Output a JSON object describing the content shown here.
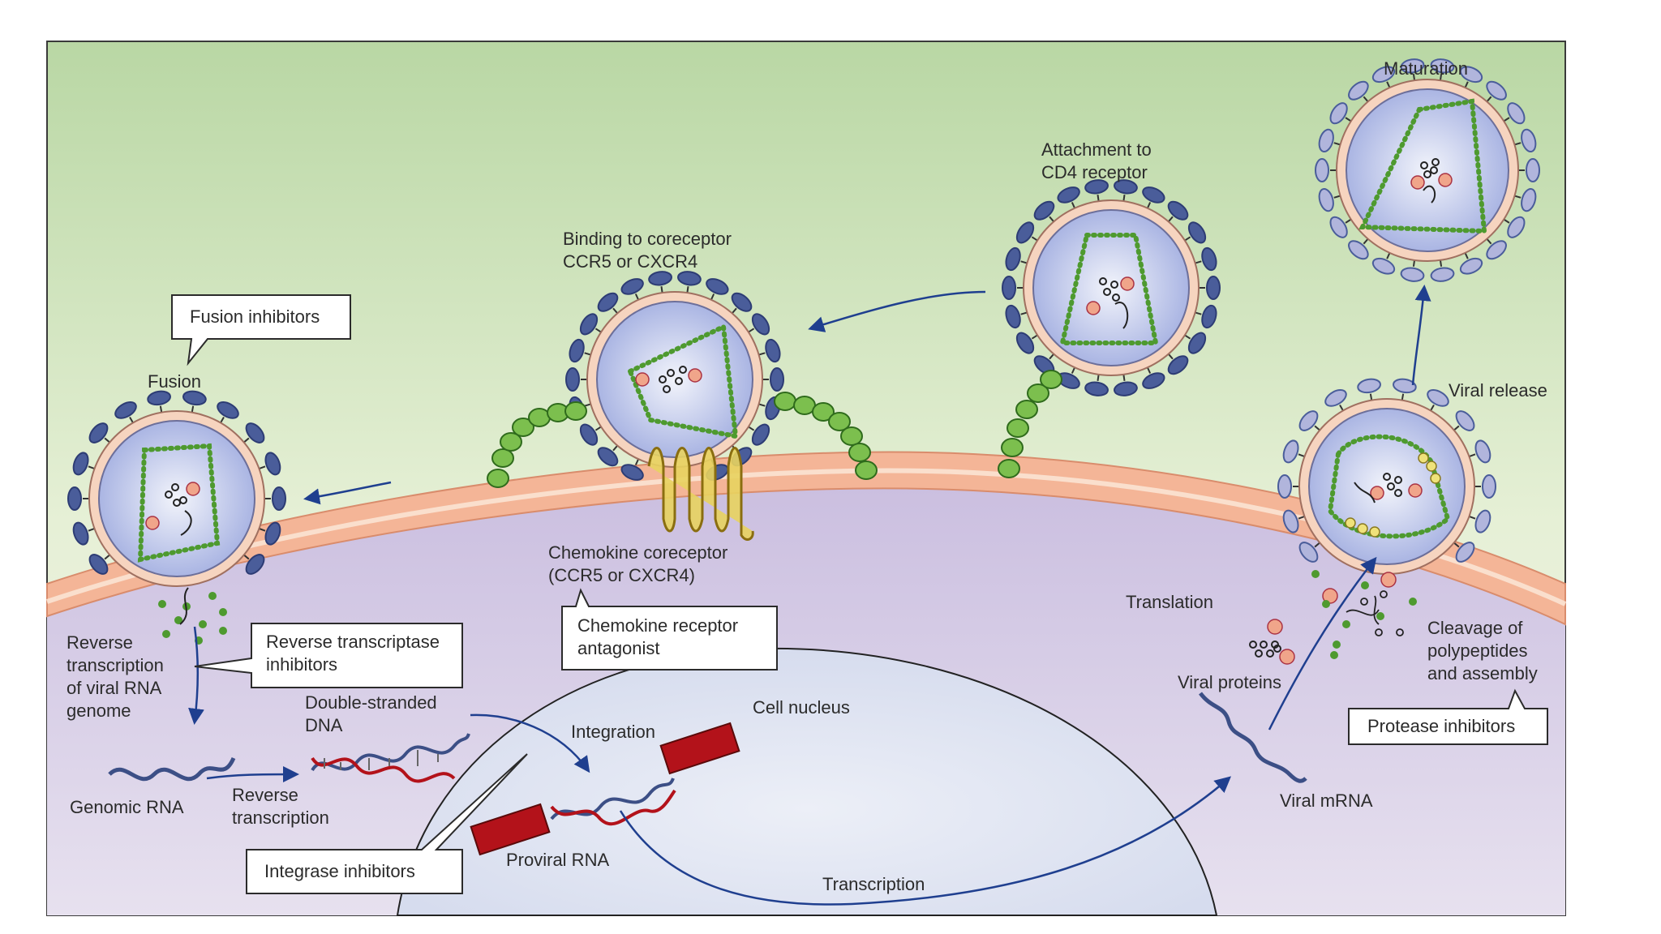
{
  "labels": {
    "maturation": "Maturation",
    "attachment_1": "Attachment to",
    "attachment_2": "CD4 receptor",
    "binding_1": "Binding to coreceptor",
    "binding_2": "CCR5 or CXCR4",
    "fusion": "Fusion",
    "viral_release": "Viral release",
    "chemokine_1": "Chemokine coreceptor",
    "chemokine_2": "(CCR5 or CXCR4)",
    "translation": "Translation",
    "rt_1": "Reverse",
    "rt_2": "transcription",
    "rt_3": "of viral RNA",
    "rt_4": "genome",
    "dsdna_1": "Double-stranded",
    "dsdna_2": "DNA",
    "integration": "Integration",
    "cell_nucleus": "Cell nucleus",
    "viral_proteins": "Viral proteins",
    "cleavage_1": "Cleavage of",
    "cleavage_2": "polypeptides",
    "cleavage_3": "and assembly",
    "genomic_rna": "Genomic RNA",
    "rt_small_1": "Reverse",
    "rt_small_2": "transcription",
    "viral_mrna": "Viral mRNA",
    "proviral_rna": "Proviral RNA",
    "transcription": "Transcription"
  },
  "callouts": {
    "fusion_inhibitors": "Fusion inhibitors",
    "rti_1": "Reverse transcriptase",
    "rti_2": "inhibitors",
    "chemokine_antagonist_1": "Chemokine receptor",
    "chemokine_antagonist_2": "antagonist",
    "protease_inhibitors": "Protease inhibitors",
    "integrase_inhibitors": "Integrase inhibitors"
  },
  "colors": {
    "frame": "#3a3a3a",
    "bg_top": "#bcd9a8",
    "bg_bottom": "#f4f6ec",
    "membrane": "#f2b294",
    "membrane_inner": "#fbe3d3",
    "cytoplasm": "#d8cde6",
    "nucleus": "#dde3f1",
    "virus_core": "#c5cdee",
    "spike_dark": "#4a5d9a",
    "spike_light": "#9da4cc",
    "capsid_dot": "#4e9a2f",
    "cd4_green": "#6aaa3a",
    "coreceptor_yellow": "#e4cf57",
    "arrow": "#1f3f8f",
    "dna_red": "#b3121a"
  }
}
